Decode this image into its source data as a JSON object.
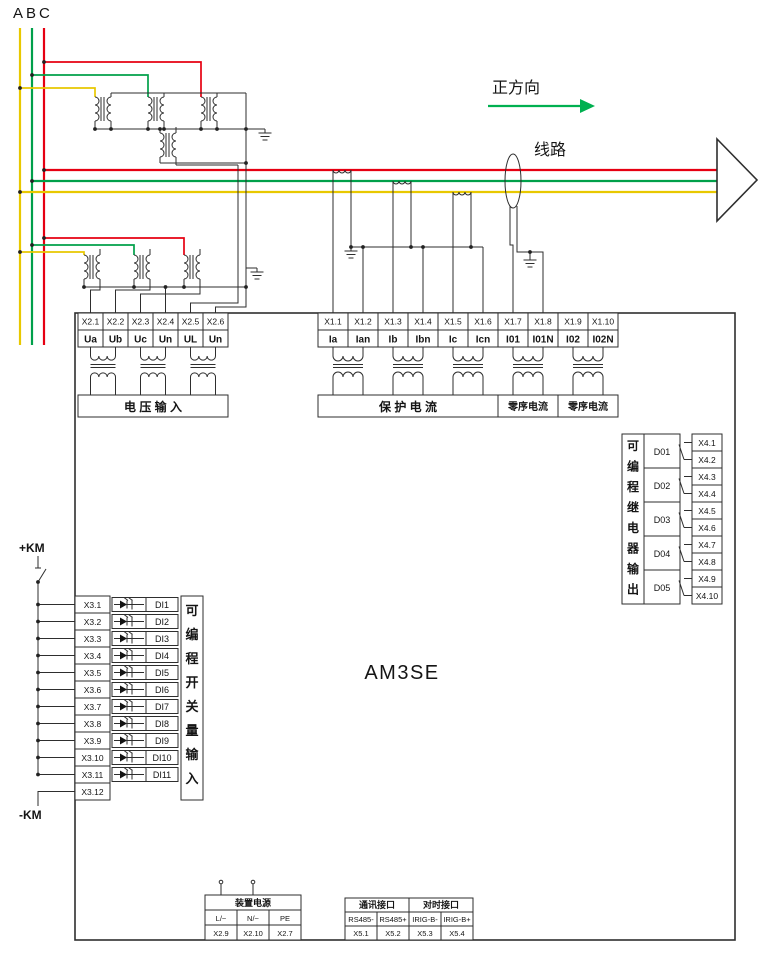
{
  "diagram": {
    "phases_label": "ABC",
    "direction_label": "正方向",
    "line_label": "线路",
    "device_name": "AM3SE",
    "dc_plus": "+KM",
    "dc_minus": "-KM"
  },
  "colors": {
    "phase_a": "#e8c800",
    "phase_b": "#00a04a",
    "phase_c": "#e60012",
    "wire": "#2e2e2e",
    "direction_arrow": "#00b050"
  },
  "sections": {
    "voltage_input": "电 压 输 入",
    "protection_current": "保 护 电 流",
    "zero_seq_1": "零序电流",
    "zero_seq_2": "零序电流",
    "switch_input_vertical": "可编程开关量输入",
    "relay_output_vertical": "可编程继电器输出"
  },
  "terminals": {
    "x2": [
      {
        "id": "X2.1",
        "label": "Ua"
      },
      {
        "id": "X2.2",
        "label": "Ub"
      },
      {
        "id": "X2.3",
        "label": "Uc"
      },
      {
        "id": "X2.4",
        "label": "Un"
      },
      {
        "id": "X2.5",
        "label": "UL"
      },
      {
        "id": "X2.6",
        "label": "Un"
      }
    ],
    "x1": [
      {
        "id": "X1.1",
        "label": "Ia"
      },
      {
        "id": "X1.2",
        "label": "Ian"
      },
      {
        "id": "X1.3",
        "label": "Ib"
      },
      {
        "id": "X1.4",
        "label": "Ibn"
      },
      {
        "id": "X1.5",
        "label": "Ic"
      },
      {
        "id": "X1.6",
        "label": "Icn"
      },
      {
        "id": "X1.7",
        "label": "I01"
      },
      {
        "id": "X1.8",
        "label": "I01N"
      },
      {
        "id": "X1.9",
        "label": "I02"
      },
      {
        "id": "X1.10",
        "label": "I02N"
      }
    ],
    "x3": [
      "X3.1",
      "X3.2",
      "X3.3",
      "X3.4",
      "X3.5",
      "X3.6",
      "X3.7",
      "X3.8",
      "X3.9",
      "X3.10",
      "X3.11",
      "X3.12"
    ],
    "di": [
      "DI1",
      "DI2",
      "DI3",
      "DI4",
      "DI5",
      "DI6",
      "DI7",
      "DI8",
      "DI9",
      "DI10",
      "DI11"
    ],
    "relay_outputs": [
      {
        "id": "D01",
        "terminals": [
          "X4.1",
          "X4.2"
        ]
      },
      {
        "id": "D02",
        "terminals": [
          "X4.3",
          "X4.4"
        ]
      },
      {
        "id": "D03",
        "terminals": [
          "X4.5",
          "X4.6"
        ]
      },
      {
        "id": "D04",
        "terminals": [
          "X4.7",
          "X4.8"
        ]
      },
      {
        "id": "D05",
        "terminals": [
          "X4.9",
          "X4.10"
        ]
      }
    ]
  },
  "power_box": {
    "title": "装置电源",
    "columns": [
      "L/~",
      "N/~",
      "PE"
    ],
    "terminals": [
      "X2.9",
      "X2.10",
      "X2.7"
    ]
  },
  "comm_box": {
    "title": "通讯接口",
    "columns": [
      "RS485-",
      "RS485+"
    ],
    "terminals": [
      "X5.1",
      "X5.2"
    ]
  },
  "timesync_box": {
    "title": "对时接口",
    "columns": [
      "IRIG-B-",
      "IRIG-B+"
    ],
    "terminals": [
      "X5.3",
      "X5.4"
    ]
  }
}
